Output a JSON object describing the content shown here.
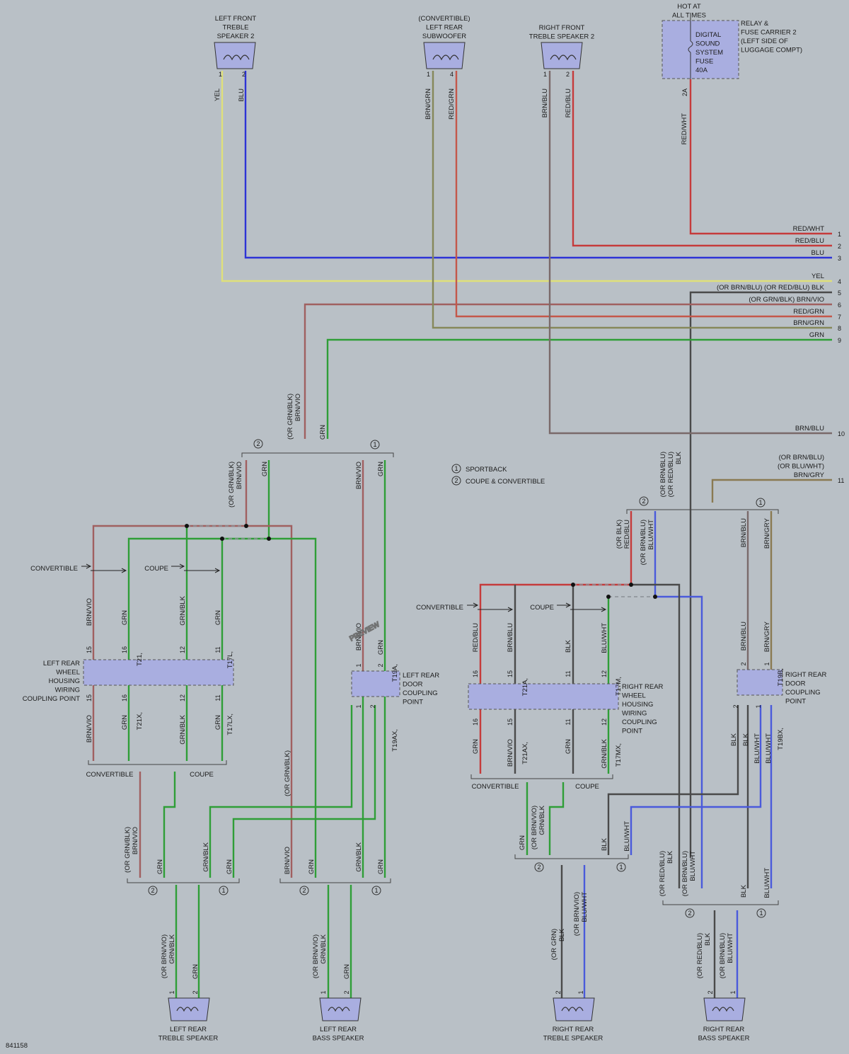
{
  "drawing_id": "841158",
  "watermark": "PREVIEW",
  "colors": {
    "RED": "#c53b3b",
    "REDGRN": "#c4574a",
    "BLU": "#2d33d6",
    "YEL": "#dfe07a",
    "GRN": "#2f9e37",
    "BRNVIO": "#a06060",
    "BRNGRN": "#86885a",
    "BRNBLU": "#7a6a6a",
    "BLK": "#4a4a4a",
    "BRNGRY": "#8a7a52",
    "BLUWHT": "#4a5adb",
    "BOX": "#a9aee0"
  },
  "components": {
    "lf_treble": "LEFT FRONT\nTREBLE\nSPEAKER 2",
    "conv_sub": "(CONVERTIBLE)\nLEFT REAR\nSUBWOOFER",
    "rf_treble": "RIGHT FRONT\nTREBLE SPEAKER 2",
    "hot": "HOT AT\nALL TIMES",
    "fuse": "DIGITAL\nSOUND\nSYSTEM\nFUSE\n40A",
    "relay": "RELAY &\nFUSE CARRIER 2\n(LEFT SIDE OF\nLUGGAGE COMPT)",
    "lrw_hsg": "LEFT REAR\nWHEEL\nHOUSING\nWIRING\nCOUPLING POINT",
    "lr_door": "LEFT REAR\nDOOR\nCOUPLING\nPOINT",
    "rrw_hsg": "RIGHT REAR\nWHEEL\nHOUSING\nWIRING\nCOUPLING\nPOINT",
    "rr_door": "RIGHT REAR\nDOOR\nCOUPLING\nPOINT",
    "lr_treble": "LEFT REAR\nTREBLE SPEAKER",
    "lr_bass": "LEFT REAR\nBASS SPEAKER",
    "rr_treble": "RIGHT REAR\nTREBLE SPEAKER",
    "rr_bass": "RIGHT REAR\nBASS SPEAKER"
  },
  "legend": [
    {
      "mark": "1",
      "text": "SPORTBACK"
    },
    {
      "mark": "2",
      "text": "COUPE & CONVERTIBLE"
    }
  ],
  "edge_connectors": [
    {
      "pin": "1",
      "label": "RED/WHT",
      "color": "RED"
    },
    {
      "pin": "2",
      "label": "RED/BLU",
      "color": "RED"
    },
    {
      "pin": "3",
      "label": "BLU",
      "color": "BLU"
    },
    {
      "pin": "4",
      "label": "YEL",
      "color": "YEL"
    },
    {
      "pin": "5",
      "label": "(OR BRN/BLU)   (OR RED/BLU)  BLK",
      "color": "BLK"
    },
    {
      "pin": "6",
      "label": "(OR GRN/BLK)      BRN/VIO",
      "color": "BRNVIO"
    },
    {
      "pin": "7",
      "label": "RED/GRN",
      "color": "REDGRN"
    },
    {
      "pin": "8",
      "label": "BRN/GRN",
      "color": "BRNGRN"
    },
    {
      "pin": "9",
      "label": "GRN",
      "color": "GRN"
    },
    {
      "pin": "10",
      "label": "BRN/BLU",
      "color": "BRNBLU"
    },
    {
      "pin": "11",
      "label": "(OR BRN/BLU)\n(OR BLU/WHT)\nBRN/GRY",
      "color": "BRNGRY"
    }
  ],
  "labels": {
    "convertible": "CONVERTIBLE",
    "coupe": "COUPE",
    "fuse_pin": "2A",
    "red_wht": "RED/WHT",
    "yel": "YEL",
    "blu": "BLU",
    "brn_grn": "BRN/GRN",
    "red_grn": "RED/GRN",
    "brn_blu": "BRN/BLU",
    "red_blu": "RED/BLU",
    "or_grn_blk_brn_vio": "(OR GRN/BLK)\nBRN/VIO",
    "grn": "GRN",
    "brn_vio": "BRN/VIO",
    "grn_blk": "GRN/BLK",
    "or_grn_blk": "(OR GRN/BLK)",
    "or_brn_blu_or_red_blu_blk": "(OR BRN/BLU)\n(OR RED/BLU)\nBLK",
    "or_blk_red_blu": "(OR BLK)\nRED/BLU",
    "or_brn_blu_blu_wht": "(OR BRN/BLU)\nBLU/WHT",
    "brn_gry": "BRN/GRY",
    "blk": "BLK",
    "blu_wht": "BLU/WHT",
    "or_brn_vio_grn_blk": "(OR BRN/VIO)\nGRN/BLK",
    "or_red_blu_blk": "(OR RED/BLU)\nBLK",
    "or_brn_blu_bluwht": "(OR BRN/BLU)\nBLU/WHT",
    "or_brn_vio_grnblk": "(OR BRN/VIO)\nGRN/BLK",
    "or_grn_blk_brnvio": "(OR GRN/BLK)\nBRN/VIO",
    "or_grn_blk_only": "(OR GRN)\nBLK",
    "or_brn_vio_bluwht": "(OR BRN/VIO)\nBLU/WHT",
    "t21": "T21,",
    "t17l": "T17L,",
    "t21x": "T21X,",
    "t17lx": "T17LX,",
    "t19a": "T19A,",
    "t19ax": "T19AX,",
    "t21a": "T21A,",
    "t17m": "T17M,",
    "t21ax": "T21AX,",
    "t17mx": "T17MX,",
    "t19b": "T19B,",
    "t19bx": "T19BX,"
  }
}
